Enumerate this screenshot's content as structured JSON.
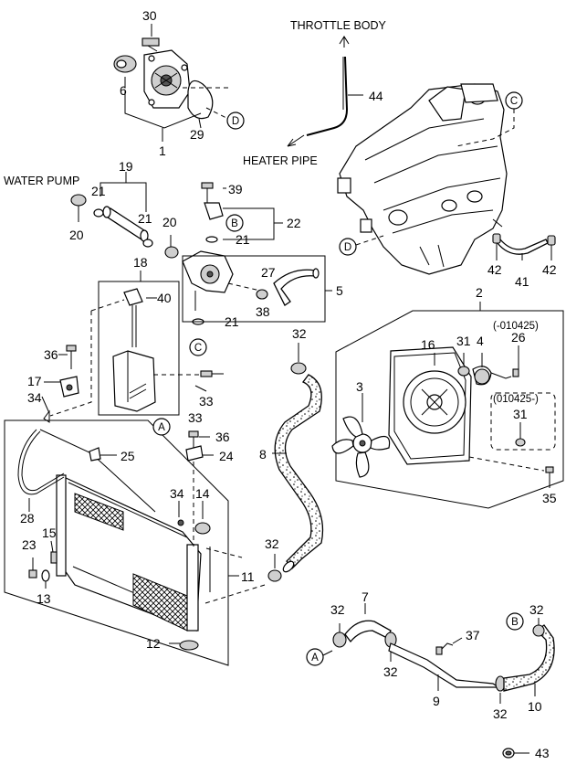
{
  "labels": {
    "throttle_body": "THROTTLE BODY",
    "heater_pipe": "HEATER PIPE",
    "water_pump": "WATER PUMP",
    "date_before": "(-010425)",
    "date_after": "(010425-)"
  },
  "callouts": {
    "c1": "1",
    "c2": "2",
    "c3": "3",
    "c4": "4",
    "c5": "5",
    "c6": "6",
    "c7": "7",
    "c8": "8",
    "c9": "9",
    "c10": "10",
    "c11": "11",
    "c12": "12",
    "c13": "13",
    "c14": "14",
    "c15": "15",
    "c16": "16",
    "c17": "17",
    "c18": "18",
    "c19": "19",
    "c20a": "20",
    "c20b": "20",
    "c21a": "21",
    "c21b": "21",
    "c21c": "21",
    "c21d": "21",
    "c22": "22",
    "c23": "23",
    "c24": "24",
    "c25": "25",
    "c26": "26",
    "c27": "27",
    "c28": "28",
    "c29": "29",
    "c30": "30",
    "c31a": "31",
    "c31b": "31",
    "c32a": "32",
    "c32b": "32",
    "c32c": "32",
    "c32d": "32",
    "c32e": "32",
    "c32f": "32",
    "c33a": "33",
    "c33b": "33",
    "c34a": "34",
    "c34b": "34",
    "c35": "35",
    "c36a": "36",
    "c36b": "36",
    "c37": "37",
    "c38": "38",
    "c39": "39",
    "c40": "40",
    "c41": "41",
    "c42a": "42",
    "c42b": "42",
    "c43": "43",
    "c44": "44"
  },
  "refs": {
    "A_1": "A",
    "A_2": "A",
    "B_1": "B",
    "B_2": "B",
    "C_1": "C",
    "C_2": "C",
    "D_1": "D",
    "D_2": "D"
  }
}
